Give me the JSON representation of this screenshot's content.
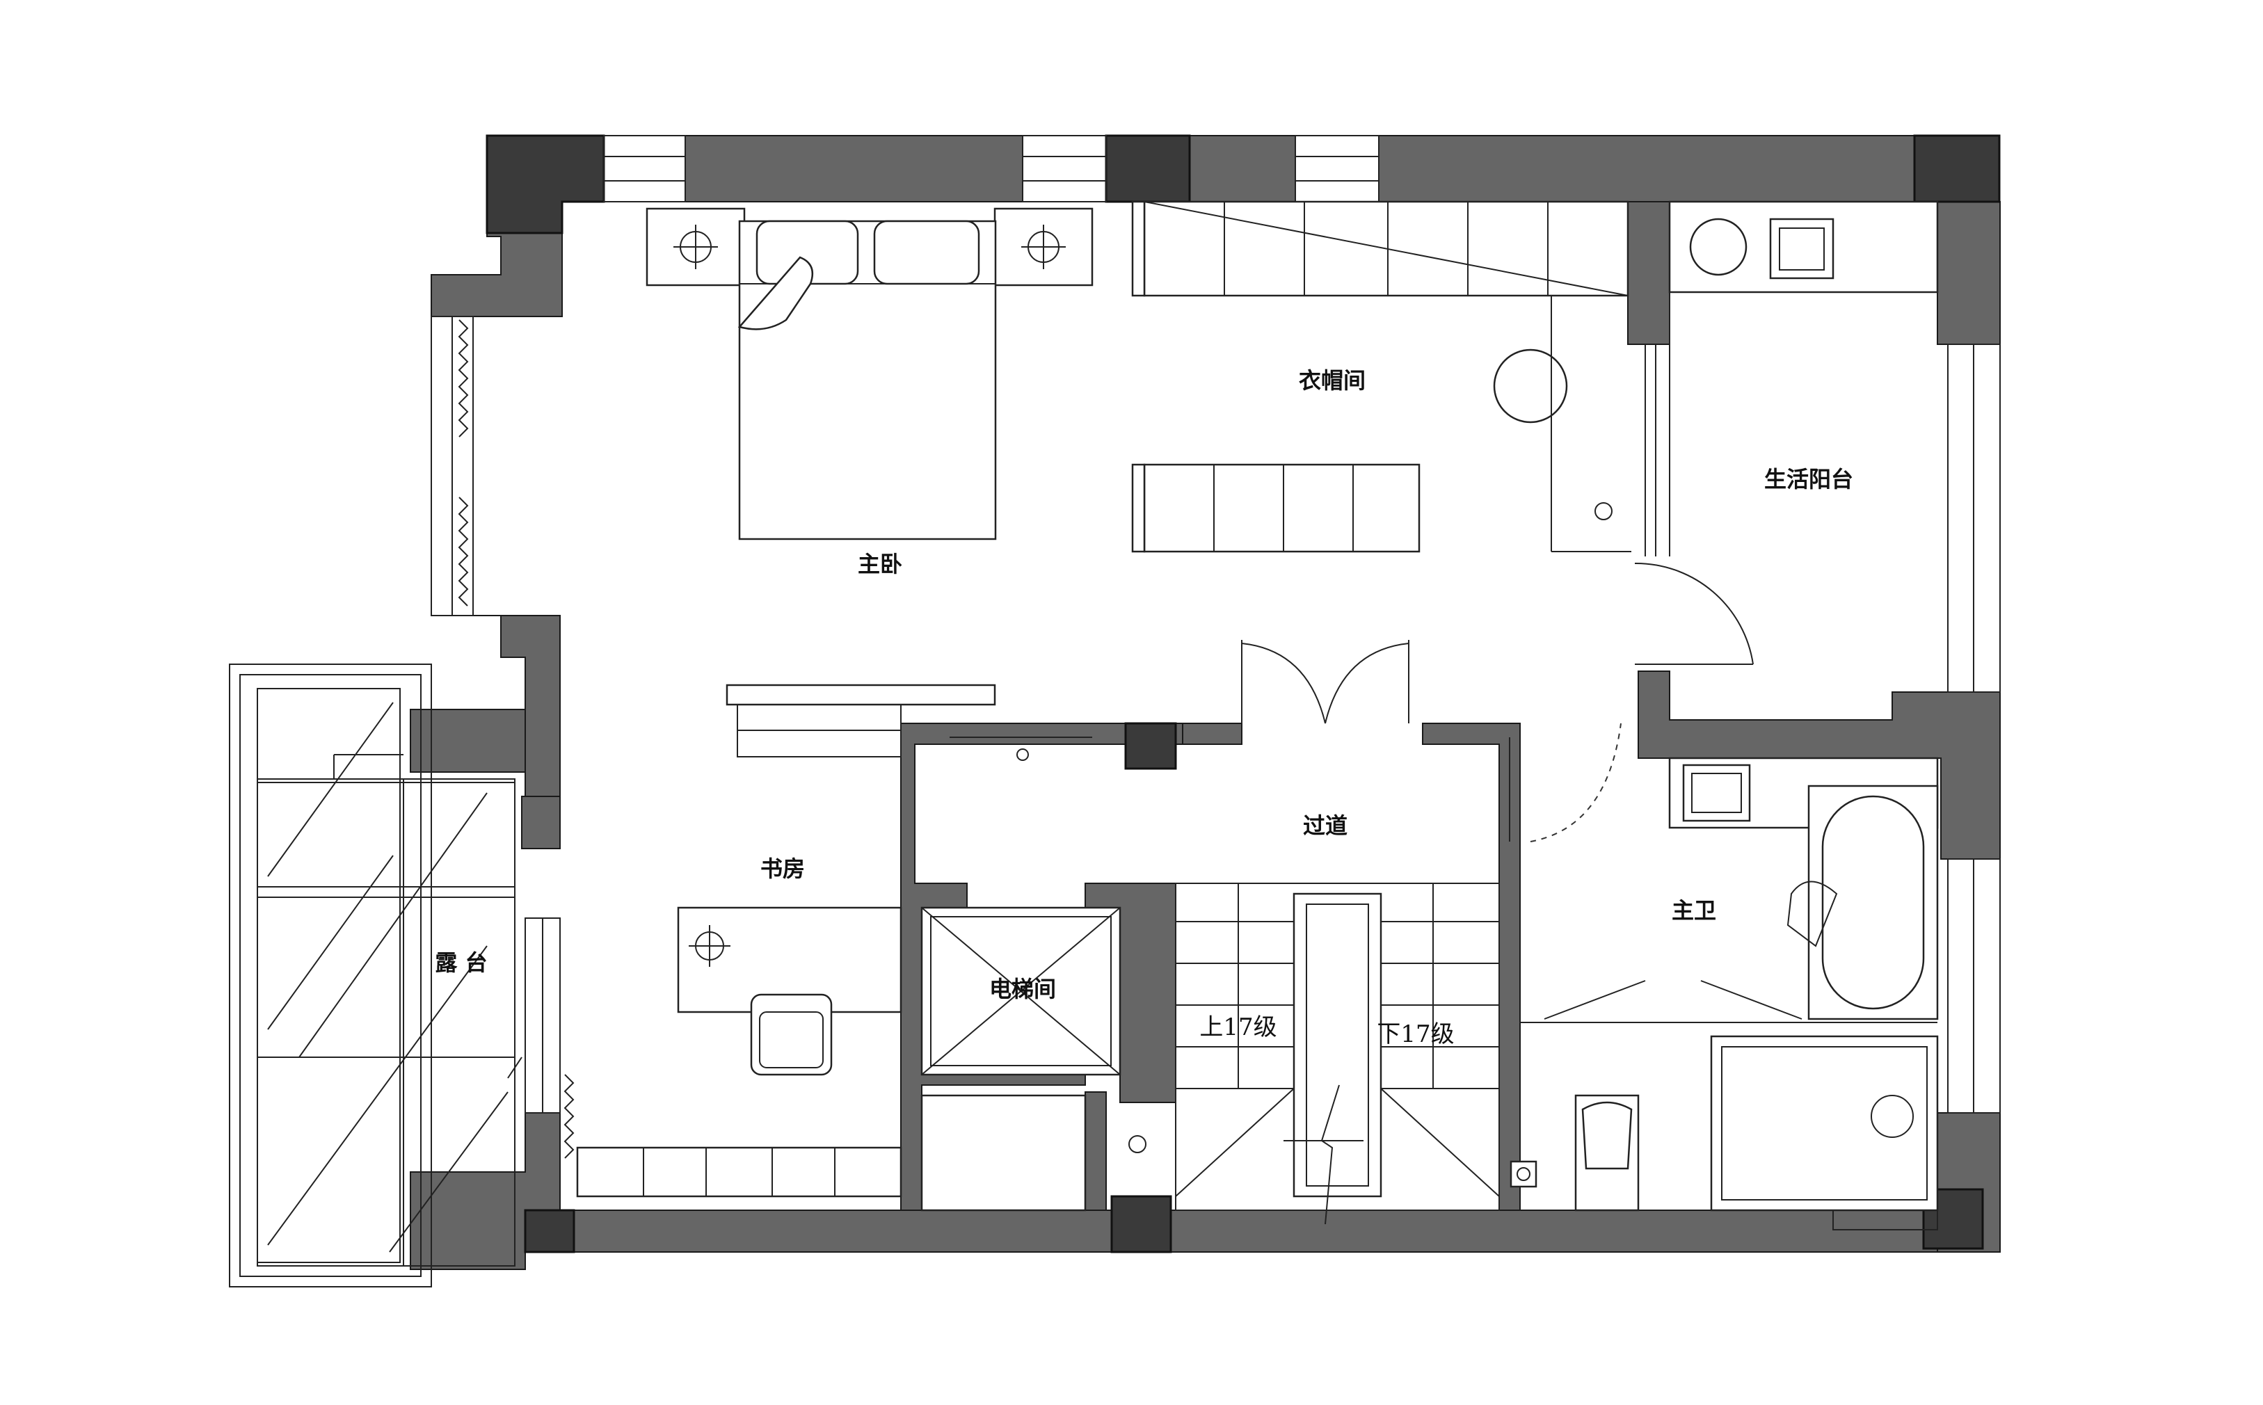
{
  "rooms": {
    "master_bedroom": "主卧",
    "closet": "衣帽间",
    "utility_balcony": "生活阳台",
    "corridor": "过道",
    "study": "书房",
    "terrace": "露 台",
    "elevator": "电梯间",
    "master_bath": "主卫"
  },
  "stairs": {
    "up": "上17级",
    "down": "下17级"
  },
  "colors": {
    "wall": "#666666",
    "column": "#3a3a3a",
    "line": "#222222",
    "background": "#ffffff"
  }
}
